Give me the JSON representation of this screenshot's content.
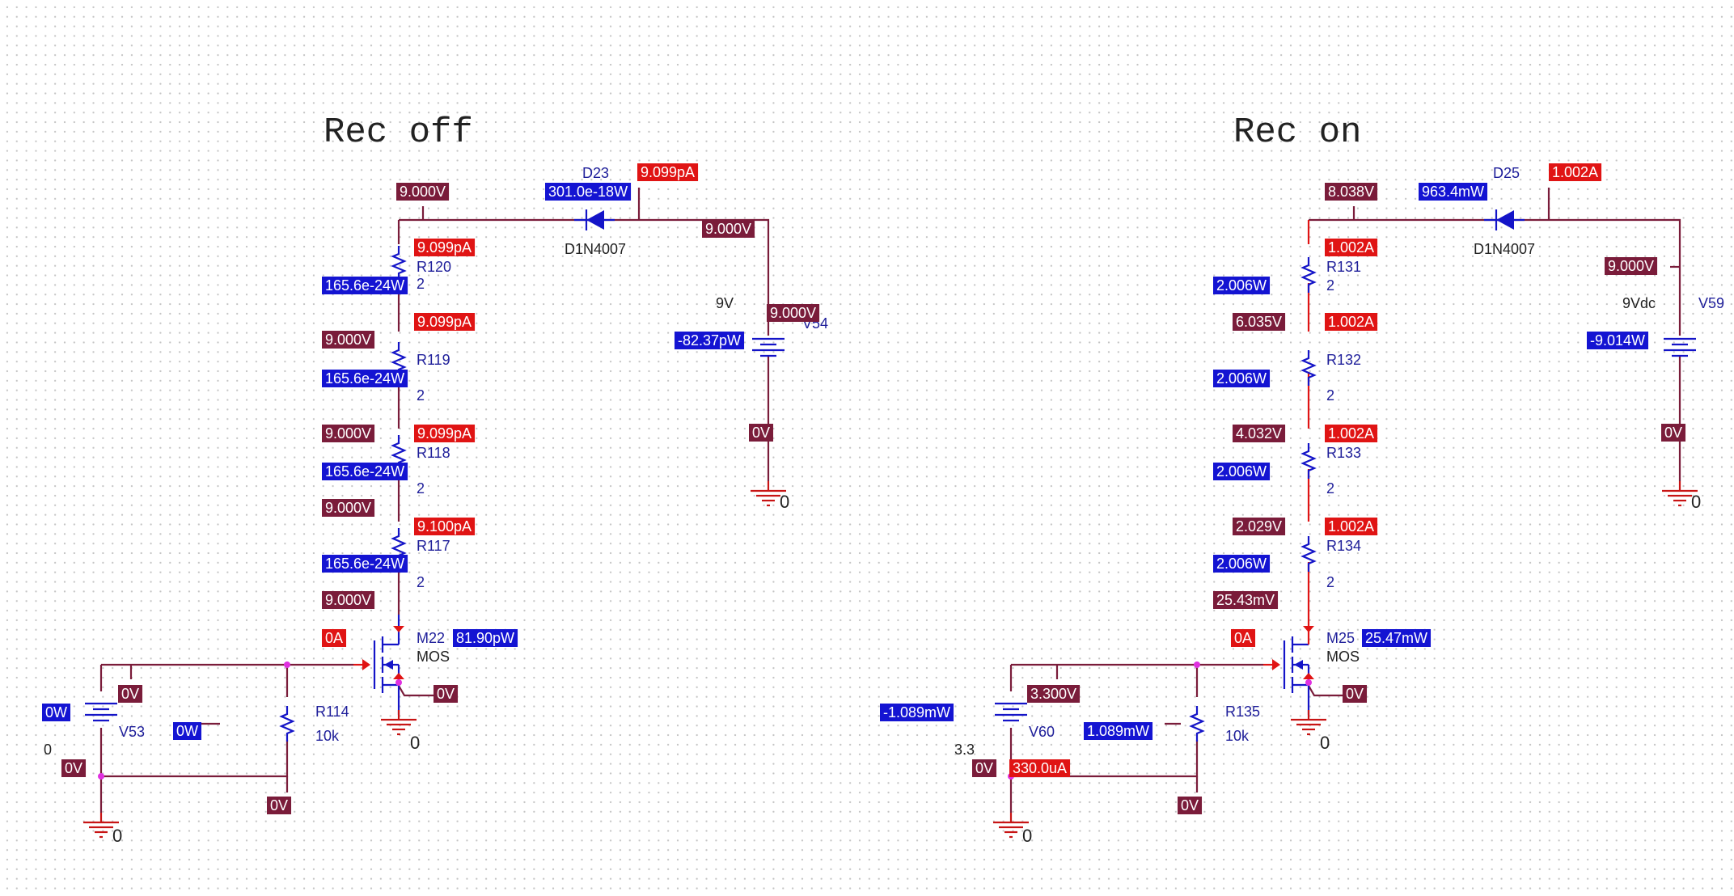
{
  "colors": {
    "voltage": "#7a1c3a",
    "current": "#e01414",
    "power": "#1414d2",
    "wire": "#7a1c3a",
    "device": "#1414c8"
  },
  "left": {
    "title": "Rec off",
    "diode": {
      "ref": "D23",
      "model": "D1N4007",
      "power": "301.0e-18W",
      "current": "9.099pA"
    },
    "source": {
      "value": "9V",
      "ref_partial": "V54",
      "power": "-82.37pW",
      "top_voltage": "9.000V",
      "bottom_voltage": "0V",
      "ground": "0"
    },
    "top_node_voltage": "9.000V",
    "right_wire_voltage": "9.000V",
    "resistors": [
      {
        "ref": "R120",
        "value": "2",
        "current": "9.099pA",
        "power": "165.6e-24W",
        "node_voltage": ""
      },
      {
        "ref": "R119",
        "value": "2",
        "current": "9.099pA",
        "power": "165.6e-24W",
        "node_voltage": "9.000V"
      },
      {
        "ref": "R118",
        "value": "2",
        "current": "9.099pA",
        "power": "165.6e-24W",
        "node_voltage": "9.000V"
      },
      {
        "ref": "R117",
        "value": "2",
        "current": "9.100pA",
        "power": "165.6e-24W",
        "node_voltage": "9.000V"
      }
    ],
    "drain_voltage": "9.000V",
    "mosfet": {
      "ref": "M22",
      "model": "MOS",
      "power": "81.90pW",
      "gate_current": "0A",
      "source_voltage": "0V",
      "ground": "0"
    },
    "gate_source": {
      "ref": "V53",
      "value": "0",
      "power": "0W",
      "top_voltage": "0V",
      "bottom_voltage": "0V",
      "ground": "0"
    },
    "gate_resistor": {
      "ref": "R114",
      "value": "10k",
      "power": "0W",
      "bottom_voltage": "0V"
    }
  },
  "right": {
    "title": "Rec on",
    "diode": {
      "ref": "D25",
      "model": "D1N4007",
      "power": "963.4mW",
      "current": "1.002A"
    },
    "source": {
      "value": "9Vdc",
      "ref": "V59",
      "power": "-9.014W",
      "top_voltage": "9.000V",
      "bottom_voltage": "0V",
      "ground": "0"
    },
    "top_node_voltage": "8.038V",
    "resistors": [
      {
        "ref": "R131",
        "value": "2",
        "current": "1.002A",
        "power": "2.006W",
        "node_voltage": ""
      },
      {
        "ref": "R132",
        "value": "2",
        "current": "1.002A",
        "power": "2.006W",
        "node_voltage": "6.035V"
      },
      {
        "ref": "R133",
        "value": "2",
        "current": "1.002A",
        "power": "2.006W",
        "node_voltage": "4.032V"
      },
      {
        "ref": "R134",
        "value": "2",
        "current": "1.002A",
        "power": "2.006W",
        "node_voltage": "2.029V"
      }
    ],
    "drain_voltage": "25.43mV",
    "mosfet": {
      "ref": "M25",
      "model": "MOS",
      "power": "25.47mW",
      "gate_current": "0A",
      "source_voltage": "0V",
      "ground": "0"
    },
    "gate_source": {
      "ref": "V60",
      "value": "3.3",
      "power": "-1.089mW",
      "top_voltage": "3.300V",
      "bottom_voltage": "0V",
      "current": "330.0uA",
      "ground": "0"
    },
    "gate_resistor": {
      "ref": "R135",
      "value": "10k",
      "power": "1.089mW",
      "bottom_voltage": "0V"
    }
  }
}
